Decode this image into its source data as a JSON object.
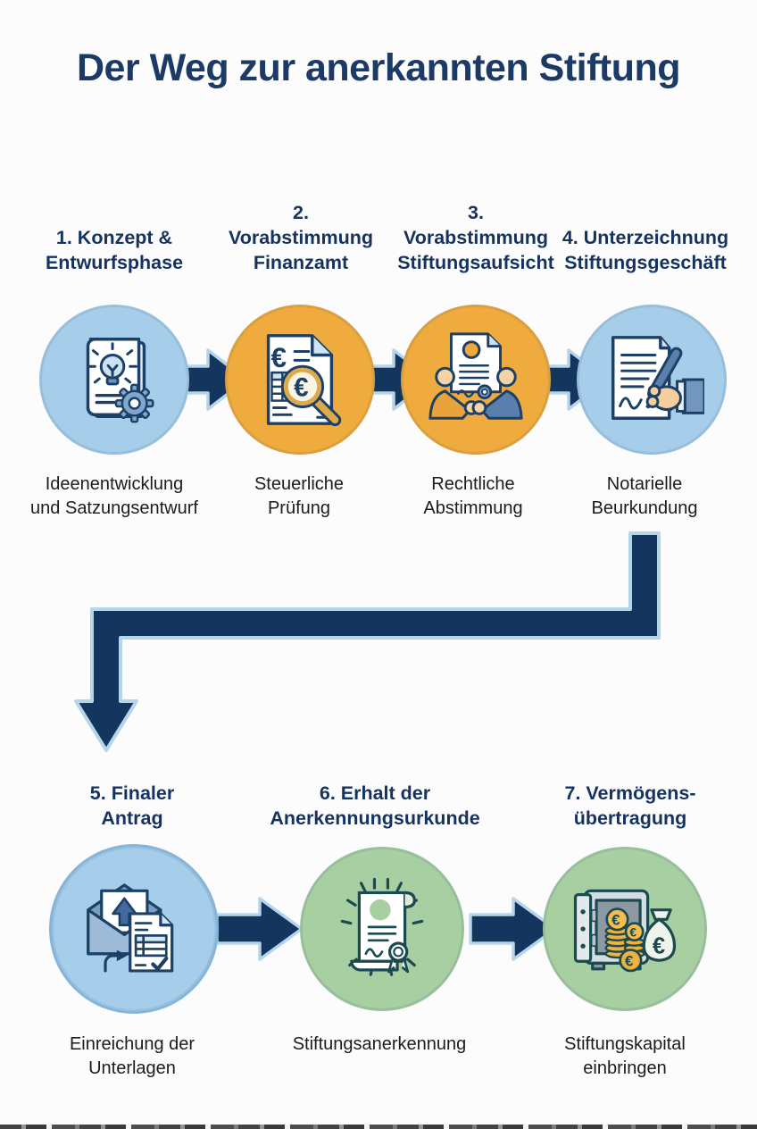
{
  "title": "Der Weg zur anerkannten Stiftung",
  "colors": {
    "heading_navy": "#16335f",
    "title_navy": "#1c3a66",
    "caption_black": "#1c1c1c",
    "arrow_fill": "#14355e",
    "arrow_outline": "#b5d5ea",
    "circle_blue": "#a6cde9",
    "circle_orange": "#f0ab3e",
    "circle_green": "#a8cfa2"
  },
  "steps": [
    {
      "heading": "1. Konzept &\nEntwurfsphase",
      "caption": "Ideenentwicklung\nund Satzungsentwurf",
      "icon": "book-lightbulb-gear-icon",
      "circle_color": "#a6cde9"
    },
    {
      "heading": "2.\nVorabstimmung\nFinanzamt",
      "caption": "Steuerliche\nPrüfung",
      "icon": "euro-document-magnifier-icon",
      "circle_color": "#f0ab3e"
    },
    {
      "heading": "3.\nVorabstimmung\nStiftungsaufsicht",
      "caption": "Rechtliche\nAbstimmung",
      "icon": "handshake-contract-icon",
      "circle_color": "#f0ab3e"
    },
    {
      "heading": "4. Unterzeichnung\nStiftungsgeschäft",
      "caption": "Notarielle\nBeurkundung",
      "icon": "contract-signing-icon",
      "circle_color": "#a6cde9"
    },
    {
      "heading": "5. Finaler\nAntrag",
      "caption": "Einreichung der\nUnterlagen",
      "icon": "envelope-submission-icon",
      "circle_color": "#a6cde9"
    },
    {
      "heading": "6. Erhalt der\nAnerkennungsurkunde",
      "caption": "Stiftungsanerkennung",
      "icon": "certificate-seal-icon",
      "circle_color": "#a8cfa2"
    },
    {
      "heading": "7. Vermögens-\nübertragung",
      "caption": "Stiftungskapital\neinbringen",
      "icon": "safe-euro-coins-icon",
      "circle_color": "#a8cfa2"
    }
  ]
}
